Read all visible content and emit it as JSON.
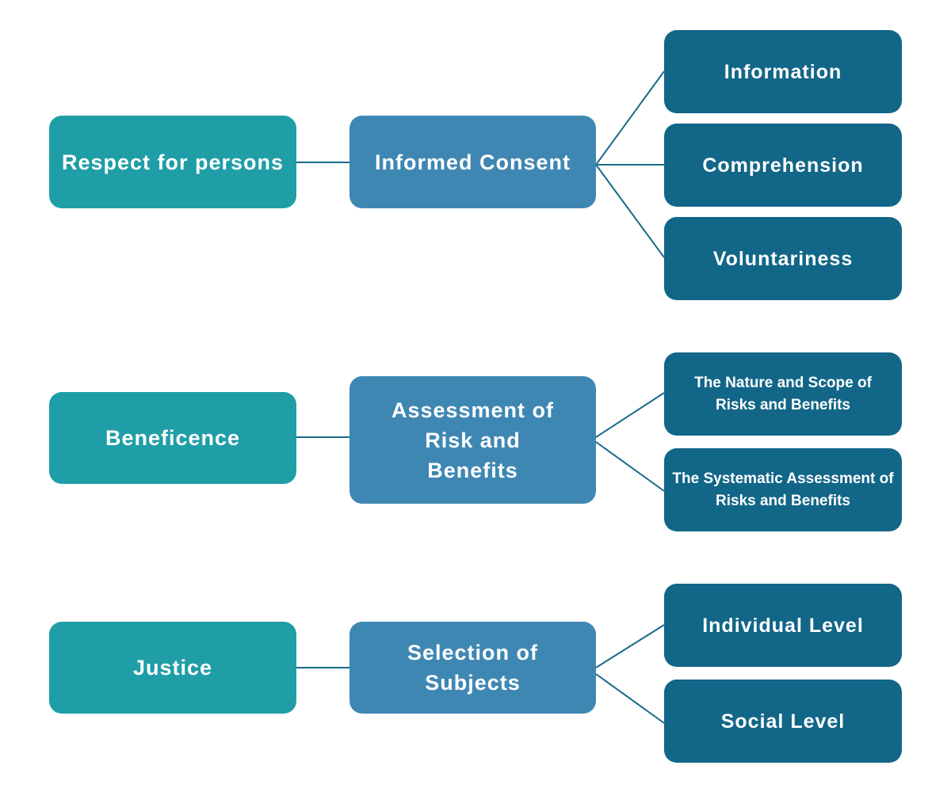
{
  "colors": {
    "principle": "#1f9ea7",
    "application": "#3f87b3",
    "element": "#126688",
    "connector": "#176a88"
  },
  "rows": [
    {
      "principle": "Respect for persons",
      "application": "Informed Consent",
      "elements": [
        "Information",
        "Comprehension",
        "Voluntariness"
      ]
    },
    {
      "principle": "Beneficence",
      "application": "Assessment of Risk and Benefits",
      "elements": [
        "The Nature and Scope of Risks and Benefits",
        "The Systematic Assessment of Risks and Benefits"
      ]
    },
    {
      "principle": "Justice",
      "application": "Selection of Subjects",
      "elements": [
        "Individual Level",
        "Social Level"
      ]
    }
  ]
}
